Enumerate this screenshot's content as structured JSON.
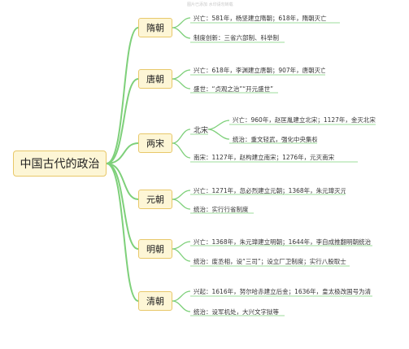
{
  "watermark": "图片已添加 水印请勿转载",
  "root": "中国古代的政治",
  "dynasties": [
    {
      "name": "隋朝",
      "items": [
        "兴亡：581年，杨坚建立隋朝；618年，隋朝灭亡",
        "制度创新：三省六部制、科举制"
      ]
    },
    {
      "name": "唐朝",
      "items": [
        "兴亡：618年，李渊建立唐朝；907年，唐朝灭亡",
        "盛世：“贞观之治”“开元盛世”"
      ]
    },
    {
      "name": "两宋",
      "north_label": "北宋",
      "north_items": [
        "兴亡：960年，赵匡胤建立北宋；1127年，金灭北宋",
        "统治：重文轻武，强化中央集权"
      ],
      "items": [
        "南宋：1127年，赵构建立南宋；1276年，元灭南宋"
      ]
    },
    {
      "name": "元朝",
      "items": [
        "兴亡：1271年，忽必烈建立元朝；1368年，朱元璋灭元",
        "统治：实行行省制度"
      ]
    },
    {
      "name": "明朝",
      "items": [
        "兴亡：1368年，朱元璋建立明朝；1644年，李自成推翻明朝统治",
        "统治：废丞相，设“三司”；设立厂卫制度；实行八股取士"
      ]
    },
    {
      "name": "清朝",
      "items": [
        "兴起：1616年，努尔哈赤建立后金；1636年，皇太极改国号为清",
        "统治：设军机处，大兴文字狱等"
      ]
    }
  ]
}
